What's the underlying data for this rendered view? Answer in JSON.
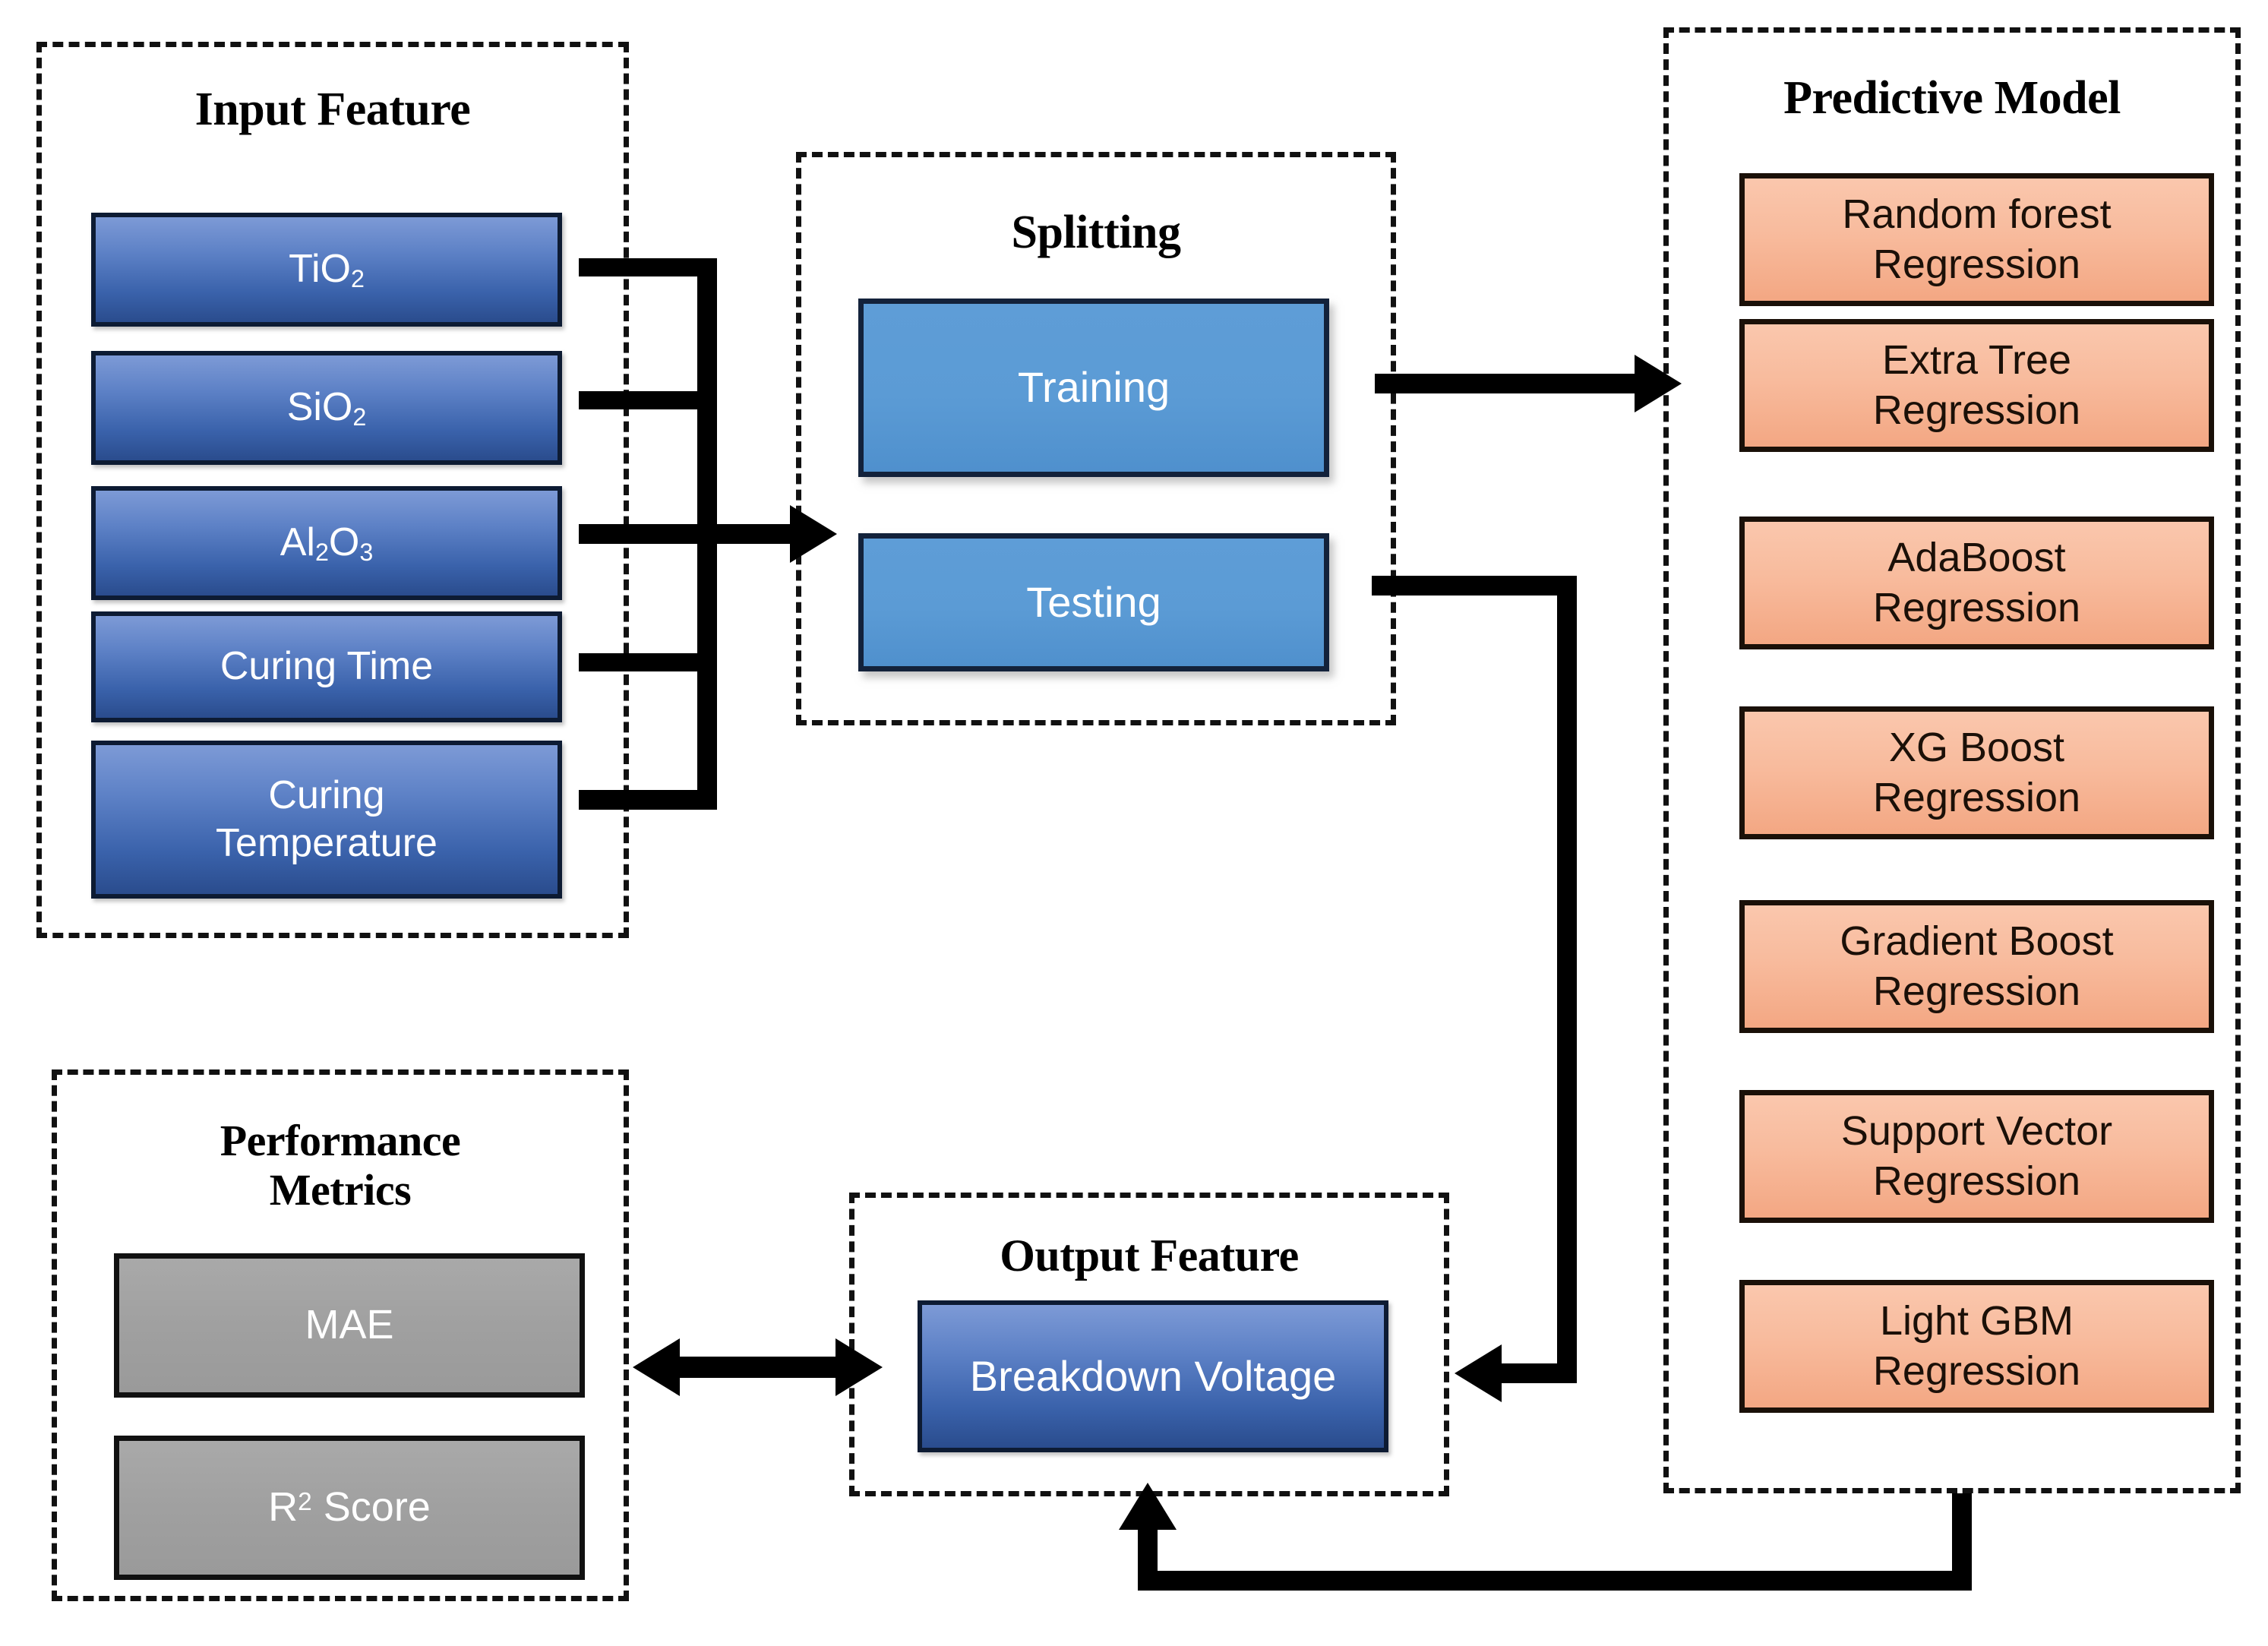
{
  "diagram": {
    "title": "Machine learning workflow for breakdown voltage prediction",
    "colors": {
      "input_box_fill_top": "#7d9ad6",
      "input_box_fill_bottom": "#2a4c8d",
      "split_box_fill": "#5b9bd5",
      "model_box_fill_top": "#fac7ad",
      "model_box_fill_bottom": "#f3a783",
      "metric_box_fill": "#a0a0a0",
      "output_box_fill_top": "#7d9ad6",
      "output_box_fill_bottom": "#2a4c8d",
      "connector": "#000000",
      "group_border": "#111111",
      "background": "#ffffff"
    }
  },
  "input_feature": {
    "title": "Input Feature",
    "items": [
      {
        "label": "TiO2",
        "html": "TiO<sub>2</sub>"
      },
      {
        "label": "SiO2",
        "html": "SiO<sub>2</sub>"
      },
      {
        "label": "Al2O3",
        "html": "Al<sub>2</sub>O<sub>3</sub>"
      },
      {
        "label": "Curing Time",
        "html": "Curing Time"
      },
      {
        "label": "Curing Temperature",
        "html": "Curing<br>Temperature"
      }
    ]
  },
  "splitting": {
    "title": "Splitting",
    "items": [
      {
        "label": "Training"
      },
      {
        "label": "Testing"
      }
    ]
  },
  "predictive_model": {
    "title": "Predictive Model",
    "items": [
      {
        "label": "Random forest Regression",
        "line1": "Random forest",
        "line2": "Regression"
      },
      {
        "label": "Extra Tree Regression",
        "line1": "Extra Tree",
        "line2": "Regression"
      },
      {
        "label": "AdaBoost Regression",
        "line1": "AdaBoost",
        "line2": "Regression"
      },
      {
        "label": "XG Boost Regression",
        "line1": "XG Boost",
        "line2": "Regression"
      },
      {
        "label": "Gradient Boost Regression",
        "line1": "Gradient Boost",
        "line2": "Regression"
      },
      {
        "label": "Support Vector Regression",
        "line1": "Support Vector",
        "line2": "Regression"
      },
      {
        "label": "Light GBM Regression",
        "line1": "Light GBM",
        "line2": "Regression"
      }
    ]
  },
  "performance_metrics": {
    "title": "Performance\nMetrics",
    "title_line1": "Performance",
    "title_line2": "Metrics",
    "items": [
      {
        "label": "MAE",
        "html": "MAE"
      },
      {
        "label": "R2 Score",
        "html": "R<sup>2</sup> Score"
      }
    ]
  },
  "output_feature": {
    "title": "Output Feature",
    "items": [
      {
        "label": "Breakdown Voltage"
      }
    ]
  },
  "connectors": [
    {
      "name": "input-features-to-splitting",
      "from": "Input Feature",
      "to": "Splitting",
      "direction": "right",
      "style": "bus"
    },
    {
      "name": "training-to-predictive-model",
      "from": "Training",
      "to": "Predictive Model",
      "direction": "right",
      "style": "straight"
    },
    {
      "name": "testing-to-output-feature",
      "from": "Testing",
      "to": "Breakdown Voltage",
      "direction": "left",
      "style": "elbow"
    },
    {
      "name": "predictive-model-to-output-feature",
      "from": "Predictive Model",
      "to": "Output Feature",
      "direction": "up",
      "style": "elbow"
    },
    {
      "name": "output-feature-to-performance-metrics",
      "from": "Output Feature",
      "to": "Performance Metrics",
      "direction": "both",
      "style": "double-arrow"
    }
  ]
}
